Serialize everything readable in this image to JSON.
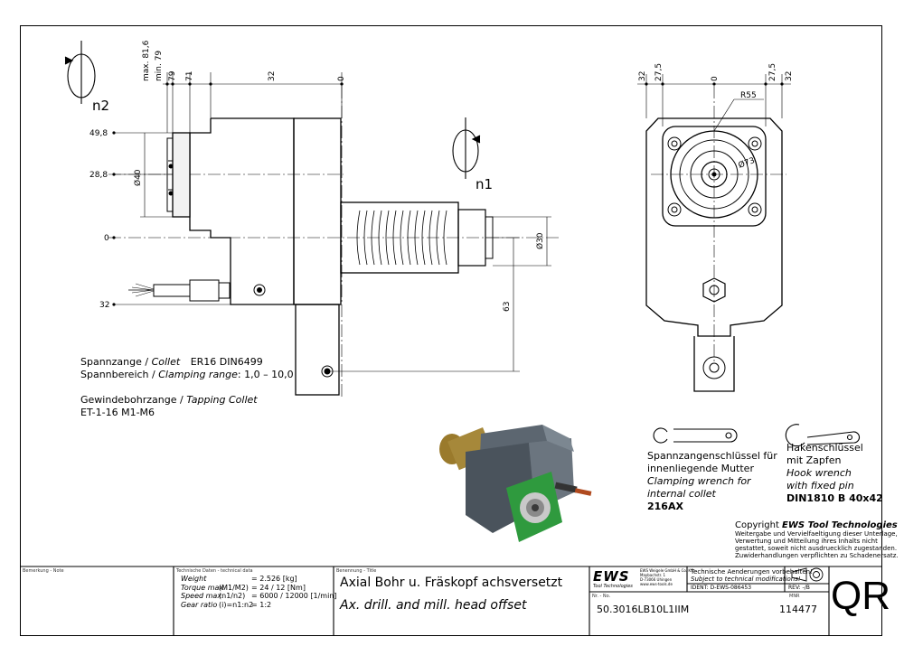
{
  "drawing": {
    "rotation_labels": {
      "n1": "n1",
      "n2": "n2"
    },
    "side_view_dims": {
      "top_max": "max. 81,6",
      "top_min": "min. 79",
      "top_79": "79",
      "top_71": "71",
      "top_32": "32",
      "top_0": "0",
      "left_49_8": "49,8",
      "left_28_8": "28,8",
      "left_0": "0",
      "left_32": "32",
      "dia40": "Ø40",
      "dia30": "Ø30",
      "dim63": "63"
    },
    "front_view_dims": {
      "d32_left": "32",
      "d27_5_left": "27,5",
      "d0": "0",
      "d27_5_right": "27,5",
      "d32_right": "32",
      "r55": "R55",
      "dia73": "Ø73"
    },
    "collet_note": {
      "line1_de": "Spannzange /",
      "line1_en": "Collet",
      "line1_spec": "ER16    DIN6499",
      "line2_de": "Spannbereich /",
      "line2_en": "Clamping range",
      "line2_spec": ": 1,0 – 10,0",
      "line3_de": "Gewindebohrzange /",
      "line3_en": "Tapping Collet",
      "line4": "ET-1-16   M1-M6"
    },
    "wrench1": {
      "de1": "Spannzangenschlüssel für",
      "de2": "innenliegende Mutter",
      "en1": "Clamping wrench for",
      "en2": "internal collet",
      "code": "216AX"
    },
    "wrench2": {
      "de1": "Hakenschlüssel",
      "de2": "mit Zapfen",
      "en1": "Hook wrench",
      "en2": "with fixed pin",
      "code": "DIN1810  B  40x42"
    },
    "copyright": {
      "line1_prefix": "Copyright ",
      "line1_brand": "EWS Tool Technologies",
      "line2": "Weitergabe und Vervielfaeltigung dieser Unterlage,",
      "line3": "Verwertung und Mitteilung ihres Inhalts nicht",
      "line4": "gestattet, soweit nicht ausdruecklich zugestanden.",
      "line5": "Zuwiderhandlungen verpflichten zu Schadenersatz."
    }
  },
  "title_block": {
    "remark_label": "Bemerkung - Note",
    "tech_label": "Technische Daten - technical data",
    "tech_rows": [
      {
        "name": "Weight",
        "unit": "",
        "value": "= 2.526 [kg]"
      },
      {
        "name": "Torque max.",
        "unit": "(M1/M2)",
        "value": "= 24 / 12 [Nm]"
      },
      {
        "name": "Speed max.",
        "unit": "(n1/n2)",
        "value": "= 6000 / 12000 [1/min]"
      },
      {
        "name": "Gear ratio",
        "unit": "(i)=n1:n2",
        "value": "= 1:2"
      }
    ],
    "title_label": "Benennung - Title",
    "title_de": "Axial Bohr u. Fräskopf achsversetzt",
    "title_en": "Ax. drill. and mill. head offset",
    "logo": "EWS",
    "logo_sub": "Tool Technologies",
    "company_lines": [
      "EWS Weigele GmbH & Co. KG",
      "Maybachstr. 1",
      "D-73066 Uhingen",
      "www.ews-tools.de"
    ],
    "change_de": "Technische Aenderungen vorbehalten!",
    "change_en": "Subject to technical modifications!",
    "ident_label": "IDENT:",
    "ident_value": "D-EWS-086453",
    "rev_label": "REV:",
    "rev_value": "-/B",
    "nr_label": "Nr. - No.",
    "nr_value": "50.3016LB10L1IIM",
    "mnr_label": "MNR",
    "mnr_value": "114477",
    "qr": "QR"
  }
}
